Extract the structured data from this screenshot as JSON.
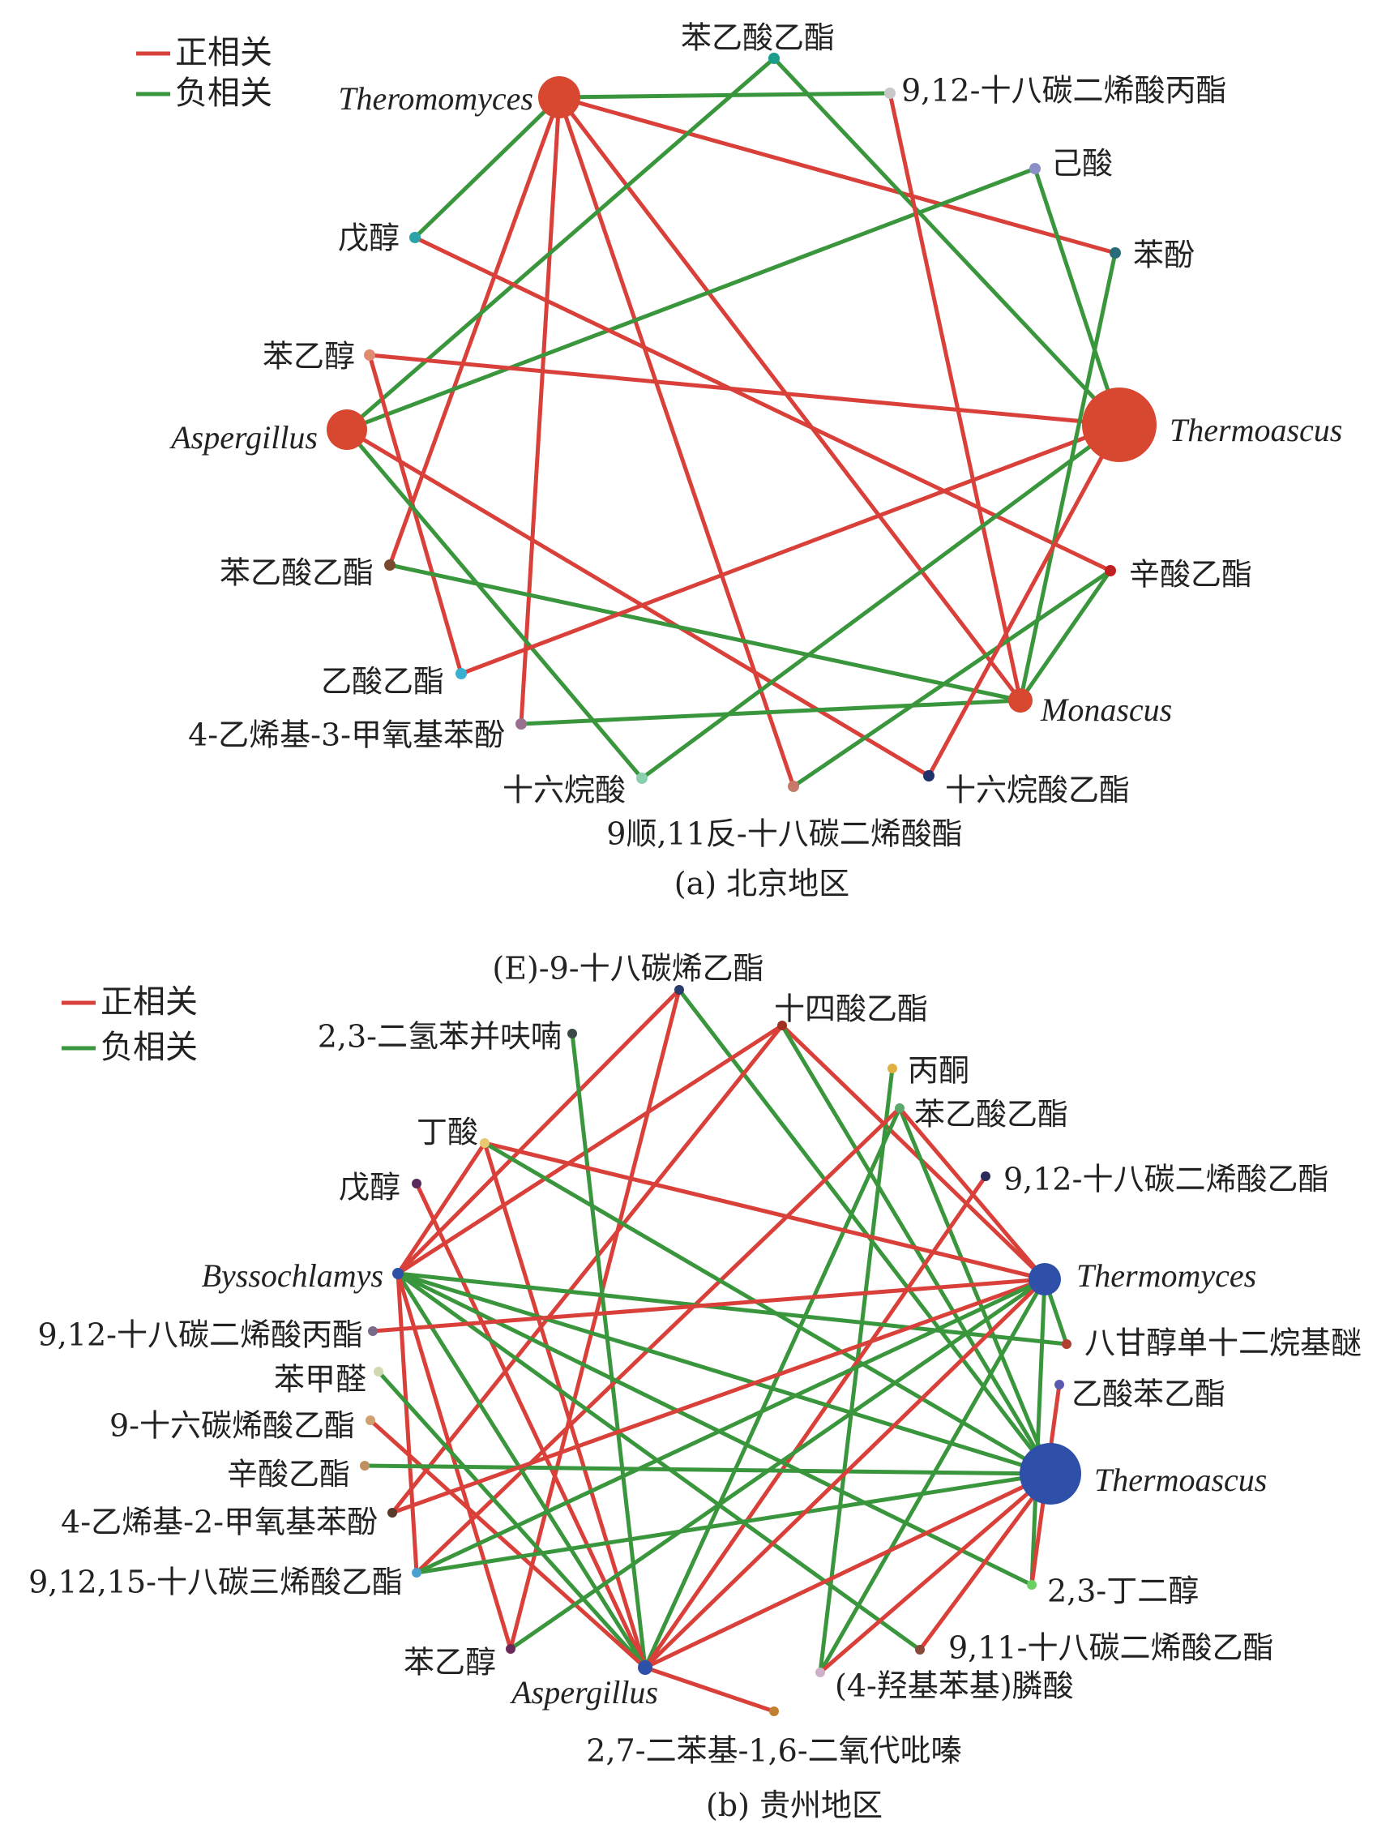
{
  "legend": {
    "positive": "正相关",
    "negative": "负相关"
  },
  "colors": {
    "positive": "#d9403a",
    "negative": "#3a963c",
    "panel_a_genus": "#d8472f",
    "panel_b_genus": "#2e50a8"
  },
  "panels": [
    {
      "id": "a",
      "caption": "(a) 北京地区",
      "genera": [
        "Theromomyces",
        "Aspergillus",
        "Thermoascus",
        "Monascus"
      ],
      "nodes": [
        {
          "id": "Theromomyces",
          "label": "Theromomyces",
          "genus": true,
          "color": "#d8472f"
        },
        {
          "id": "Aspergillus",
          "label": "Aspergillus",
          "genus": true,
          "color": "#d8472f"
        },
        {
          "id": "Thermoascus",
          "label": "Thermoascus",
          "genus": true,
          "color": "#d8472f"
        },
        {
          "id": "Monascus",
          "label": "Monascus",
          "genus": true,
          "color": "#d8472f"
        },
        {
          "id": "a_ppea1",
          "label": "苯乙酸乙酯",
          "color": "#1a9e8a"
        },
        {
          "id": "a_c18prop",
          "label": "9,12-十八碳二烯酸丙酯",
          "color": "#c8c8c8"
        },
        {
          "id": "a_hexanoic",
          "label": "己酸",
          "color": "#8a8fc8"
        },
        {
          "id": "a_phenol",
          "label": "苯酚",
          "color": "#2a6b7a"
        },
        {
          "id": "a_pentanol",
          "label": "戊醇",
          "color": "#2aa3a8"
        },
        {
          "id": "a_phenylethanol",
          "label": "苯乙醇",
          "color": "#e08a70"
        },
        {
          "id": "a_ppea2",
          "label": "苯乙酸乙酯",
          "color": "#7a4a30"
        },
        {
          "id": "a_ethylacetate",
          "label": "乙酸乙酯",
          "color": "#3ab0d0"
        },
        {
          "id": "a_vinylguaiacol",
          "label": "4-乙烯基-3-甲氧基苯酚",
          "color": "#9a7090"
        },
        {
          "id": "a_palmitic",
          "label": "十六烷酸",
          "color": "#8ad0b0"
        },
        {
          "id": "a_c18cistrans",
          "label": "9顺,11反-十八碳二烯酸酯",
          "color": "#c87a6a"
        },
        {
          "id": "a_ethylpalmitate",
          "label": "十六烷酸乙酯",
          "color": "#20306a"
        },
        {
          "id": "a_ethyloctanoate",
          "label": "辛酸乙酯",
          "color": "#c02020"
        }
      ],
      "edges": [
        {
          "from": "Theromomyces",
          "to": "a_c18prop",
          "sign": "negative"
        },
        {
          "from": "Theromomyces",
          "to": "a_phenol",
          "sign": "positive"
        },
        {
          "from": "Theromomyces",
          "to": "a_pentanol",
          "sign": "negative"
        },
        {
          "from": "Theromomyces",
          "to": "a_ppea2",
          "sign": "positive"
        },
        {
          "from": "Theromomyces",
          "to": "a_vinylguaiacol",
          "sign": "positive"
        },
        {
          "from": "Theromomyces",
          "to": "a_c18cistrans",
          "sign": "positive"
        },
        {
          "from": "Theromomyces",
          "to": "Monascus",
          "sign": "positive"
        },
        {
          "from": "a_ppea1",
          "to": "Aspergillus",
          "sign": "negative"
        },
        {
          "from": "a_ppea1",
          "to": "Thermoascus",
          "sign": "negative"
        },
        {
          "from": "a_hexanoic",
          "to": "Aspergillus",
          "sign": "negative"
        },
        {
          "from": "a_hexanoic",
          "to": "Thermoascus",
          "sign": "negative"
        },
        {
          "from": "a_c18prop",
          "to": "Monascus",
          "sign": "positive"
        },
        {
          "from": "a_pentanol",
          "to": "a_ethyloctanoate",
          "sign": "positive"
        },
        {
          "from": "a_phenylethanol",
          "to": "Thermoascus",
          "sign": "positive"
        },
        {
          "from": "a_phenylethanol",
          "to": "a_ethylacetate",
          "sign": "positive"
        },
        {
          "from": "Aspergillus",
          "to": "a_palmitic",
          "sign": "negative"
        },
        {
          "from": "Aspergillus",
          "to": "a_ethylpalmitate",
          "sign": "positive"
        },
        {
          "from": "a_ppea2",
          "to": "Monascus",
          "sign": "negative"
        },
        {
          "from": "a_ethylacetate",
          "to": "Thermoascus",
          "sign": "positive"
        },
        {
          "from": "a_vinylguaiacol",
          "to": "Monascus",
          "sign": "negative"
        },
        {
          "from": "a_palmitic",
          "to": "Thermoascus",
          "sign": "negative"
        },
        {
          "from": "a_phenol",
          "to": "Monascus",
          "sign": "negative"
        },
        {
          "from": "a_ethyloctanoate",
          "to": "Monascus",
          "sign": "negative"
        },
        {
          "from": "a_c18cistrans",
          "to": "a_ethyloctanoate",
          "sign": "negative"
        },
        {
          "from": "a_ethylpalmitate",
          "to": "Thermoascus",
          "sign": "positive"
        }
      ]
    },
    {
      "id": "b",
      "caption": "(b) 贵州地区",
      "genera": [
        "Byssochlamys",
        "Thermomyces",
        "Thermoascus",
        "Aspergillus"
      ],
      "nodes": [
        {
          "id": "Byssochlamys",
          "label": "Byssochlamys",
          "genus": true,
          "color": "#2e50a8"
        },
        {
          "id": "Thermomyces",
          "label": "Thermomyces",
          "genus": true,
          "color": "#2e50a8"
        },
        {
          "id": "Thermoascus",
          "label": "Thermoascus",
          "genus": true,
          "color": "#2e50a8"
        },
        {
          "id": "Aspergillus",
          "label": "Aspergillus",
          "genus": true,
          "color": "#2e50a8"
        },
        {
          "id": "b_e9",
          "label": "(E)-9-十八碳烯乙酯",
          "color": "#2a3a6a"
        },
        {
          "id": "b_tetradecanoate",
          "label": "十四酸乙酯",
          "color": "#a03020"
        },
        {
          "id": "b_dihydrobenzofuran",
          "label": "2,3-二氢苯并呋喃",
          "color": "#3a4a4a"
        },
        {
          "id": "b_acetone",
          "label": "丙酮",
          "color": "#e0b040"
        },
        {
          "id": "b_ppea",
          "label": "苯乙酸乙酯",
          "color": "#5aa86a"
        },
        {
          "id": "b_butyric",
          "label": "丁酸",
          "color": "#e8c870"
        },
        {
          "id": "b_c18ethyl",
          "label": "9,12-十八碳二烯酸乙酯",
          "color": "#2a2a5a"
        },
        {
          "id": "b_pentanol",
          "label": "戊醇",
          "color": "#5a2a5a"
        },
        {
          "id": "b_c18prop",
          "label": "9,12-十八碳二烯酸丙酯",
          "color": "#7a6a8a"
        },
        {
          "id": "b_octaethylene",
          "label": "八甘醇单十二烷基醚",
          "color": "#b04030"
        },
        {
          "id": "b_phenethylacetate",
          "label": "乙酸苯乙酯",
          "color": "#5a5ab0"
        },
        {
          "id": "b_benzaldehyde",
          "label": "苯甲醛",
          "color": "#d0d8b0"
        },
        {
          "id": "b_c16ene",
          "label": "9-十六碳烯酸乙酯",
          "color": "#d0a070"
        },
        {
          "id": "b_octanoate",
          "label": "辛酸乙酯",
          "color": "#c09060"
        },
        {
          "id": "b_vinylguaiacol",
          "label": "4-乙烯基-2-甲氧基苯酚",
          "color": "#5a3a2a"
        },
        {
          "id": "b_c18tri",
          "label": "9,12,15-十八碳三烯酸乙酯",
          "color": "#4aa0d0"
        },
        {
          "id": "b_butanediol",
          "label": "2,3-丁二醇",
          "color": "#6ad060"
        },
        {
          "id": "b_c18ethyl911",
          "label": "9,11-十八碳二烯酸乙酯",
          "color": "#8a4a3a"
        },
        {
          "id": "b_phenylethanol",
          "label": "苯乙醇",
          "color": "#6a2a5a"
        },
        {
          "id": "b_phosphonic",
          "label": "(4-羟基苯基)膦酸",
          "color": "#d0b0c8"
        },
        {
          "id": "b_phenazine",
          "label": "2,7-二苯基-1,6-二氧代吡嗪",
          "color": "#c08030"
        }
      ],
      "edges": [
        {
          "from": "b_e9",
          "to": "Byssochlamys",
          "sign": "positive"
        },
        {
          "from": "b_e9",
          "to": "Thermoascus",
          "sign": "negative"
        },
        {
          "from": "b_e9",
          "to": "b_phenylethanol",
          "sign": "positive"
        },
        {
          "from": "b_tetradecanoate",
          "to": "Byssochlamys",
          "sign": "positive"
        },
        {
          "from": "b_tetradecanoate",
          "to": "Thermomyces",
          "sign": "positive"
        },
        {
          "from": "b_tetradecanoate",
          "to": "Thermoascus",
          "sign": "negative"
        },
        {
          "from": "b_tetradecanoate",
          "to": "b_vinylguaiacol",
          "sign": "positive"
        },
        {
          "from": "b_dihydrobenzofuran",
          "to": "Aspergillus",
          "sign": "negative"
        },
        {
          "from": "b_acetone",
          "to": "b_phosphonic",
          "sign": "negative"
        },
        {
          "from": "b_ppea",
          "to": "Aspergillus",
          "sign": "negative"
        },
        {
          "from": "b_ppea",
          "to": "Thermoascus",
          "sign": "negative"
        },
        {
          "from": "b_ppea",
          "to": "Thermomyces",
          "sign": "positive"
        },
        {
          "from": "b_ppea",
          "to": "b_c18tri",
          "sign": "positive"
        },
        {
          "from": "b_butyric",
          "to": "Byssochlamys",
          "sign": "positive"
        },
        {
          "from": "b_butyric",
          "to": "Thermomyces",
          "sign": "positive"
        },
        {
          "from": "b_butyric",
          "to": "Thermoascus",
          "sign": "negative"
        },
        {
          "from": "b_butyric",
          "to": "Aspergillus",
          "sign": "positive"
        },
        {
          "from": "b_c18ethyl",
          "to": "Aspergillus",
          "sign": "positive"
        },
        {
          "from": "b_pentanol",
          "to": "Aspergillus",
          "sign": "positive"
        },
        {
          "from": "Byssochlamys",
          "to": "b_octaethylene",
          "sign": "negative"
        },
        {
          "from": "Byssochlamys",
          "to": "Thermoascus",
          "sign": "negative"
        },
        {
          "from": "Byssochlamys",
          "to": "b_butanediol",
          "sign": "negative"
        },
        {
          "from": "Byssochlamys",
          "to": "b_c18ethyl911",
          "sign": "negative"
        },
        {
          "from": "Byssochlamys",
          "to": "Aspergillus",
          "sign": "negative"
        },
        {
          "from": "Byssochlamys",
          "to": "b_phenylethanol",
          "sign": "positive"
        },
        {
          "from": "Byssochlamys",
          "to": "b_c18tri",
          "sign": "positive"
        },
        {
          "from": "b_c18prop",
          "to": "Thermomyces",
          "sign": "positive"
        },
        {
          "from": "b_benzaldehyde",
          "to": "Aspergillus",
          "sign": "negative"
        },
        {
          "from": "b_c16ene",
          "to": "Aspergillus",
          "sign": "positive"
        },
        {
          "from": "b_octanoate",
          "to": "Thermoascus",
          "sign": "negative"
        },
        {
          "from": "b_vinylguaiacol",
          "to": "Thermomyces",
          "sign": "positive"
        },
        {
          "from": "b_c18tri",
          "to": "Thermomyces",
          "sign": "negative"
        },
        {
          "from": "b_c18tri",
          "to": "Thermoascus",
          "sign": "negative"
        },
        {
          "from": "b_phenylethanol",
          "to": "Thermomyces",
          "sign": "negative"
        },
        {
          "from": "Thermomyces",
          "to": "b_octaethylene",
          "sign": "negative"
        },
        {
          "from": "Thermomyces",
          "to": "b_butanediol",
          "sign": "negative"
        },
        {
          "from": "Thermomyces",
          "to": "b_phosphonic",
          "sign": "negative"
        },
        {
          "from": "Thermomyces",
          "to": "Aspergillus",
          "sign": "positive"
        },
        {
          "from": "b_phenethylacetate",
          "to": "b_butanediol",
          "sign": "positive"
        },
        {
          "from": "Thermoascus",
          "to": "Aspergillus",
          "sign": "positive"
        },
        {
          "from": "Thermoascus",
          "to": "b_c18ethyl911",
          "sign": "positive"
        },
        {
          "from": "Thermoascus",
          "to": "b_phosphonic",
          "sign": "positive"
        },
        {
          "from": "Aspergillus",
          "to": "b_phenazine",
          "sign": "positive"
        }
      ]
    }
  ]
}
